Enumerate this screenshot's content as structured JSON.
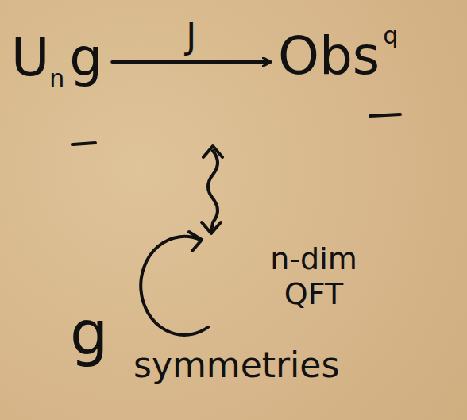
{
  "diagram": {
    "nodes": [
      {
        "text": [
          "U",
          "n",
          "g"
        ]
      },
      {
        "text": [
          "Obs",
          "q"
        ]
      },
      {
        "text": [
          "n-dim QFT"
        ]
      }
    ],
    "edges": [
      {
        "from": 0,
        "to": 1,
        "label": "J",
        "arrow": "to"
      }
    ],
    "labels": [
      "g",
      "symmetries"
    ]
  }
}
